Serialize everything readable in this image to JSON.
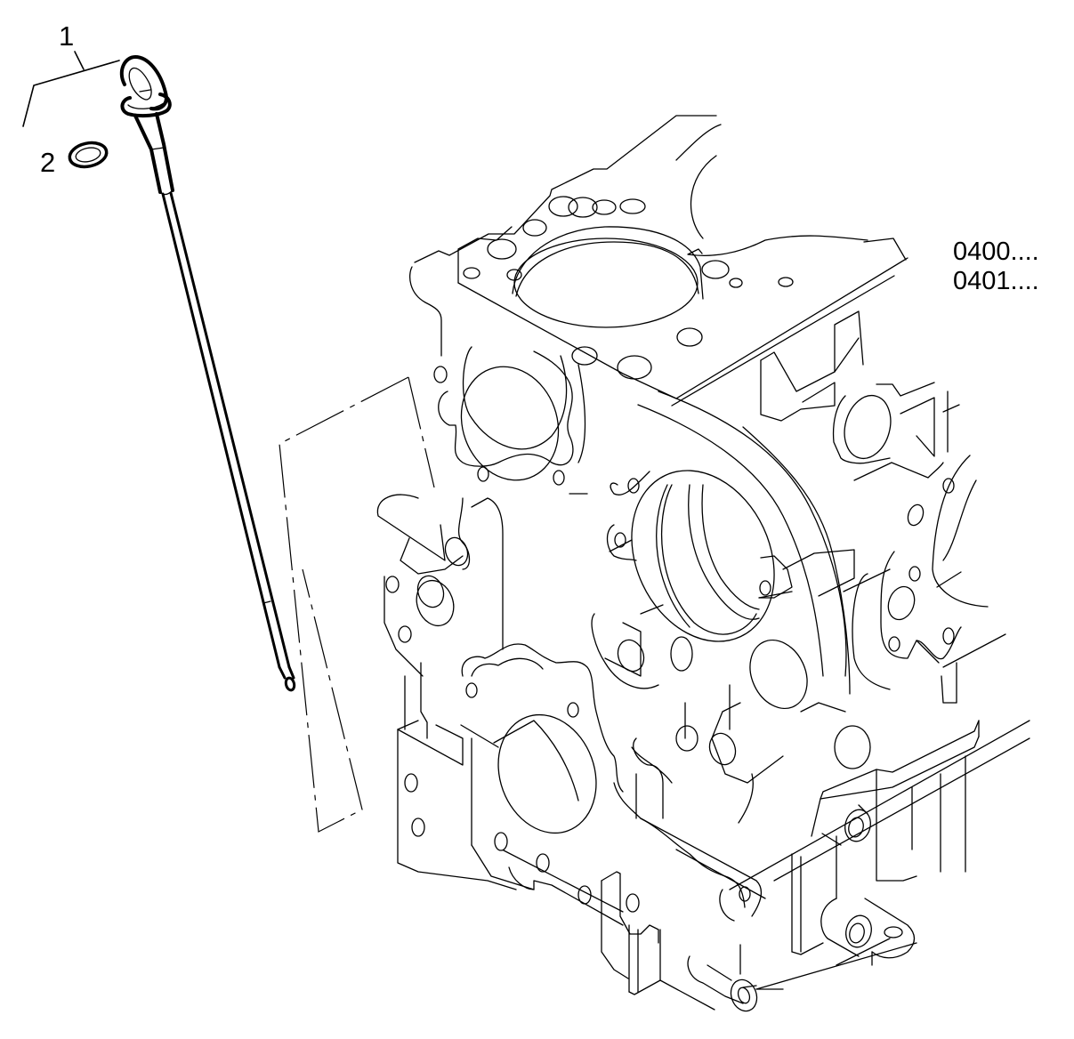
{
  "diagram": {
    "type": "exploded-parts-view",
    "subject": "engine block with oil dipstick",
    "callouts": [
      {
        "number": "1",
        "part": "dipstick"
      },
      {
        "number": "2",
        "part": "o-ring"
      }
    ],
    "reference_codes": [
      "0400....",
      "0401...."
    ],
    "colors": {
      "line": "#000000",
      "background": "#ffffff"
    }
  }
}
